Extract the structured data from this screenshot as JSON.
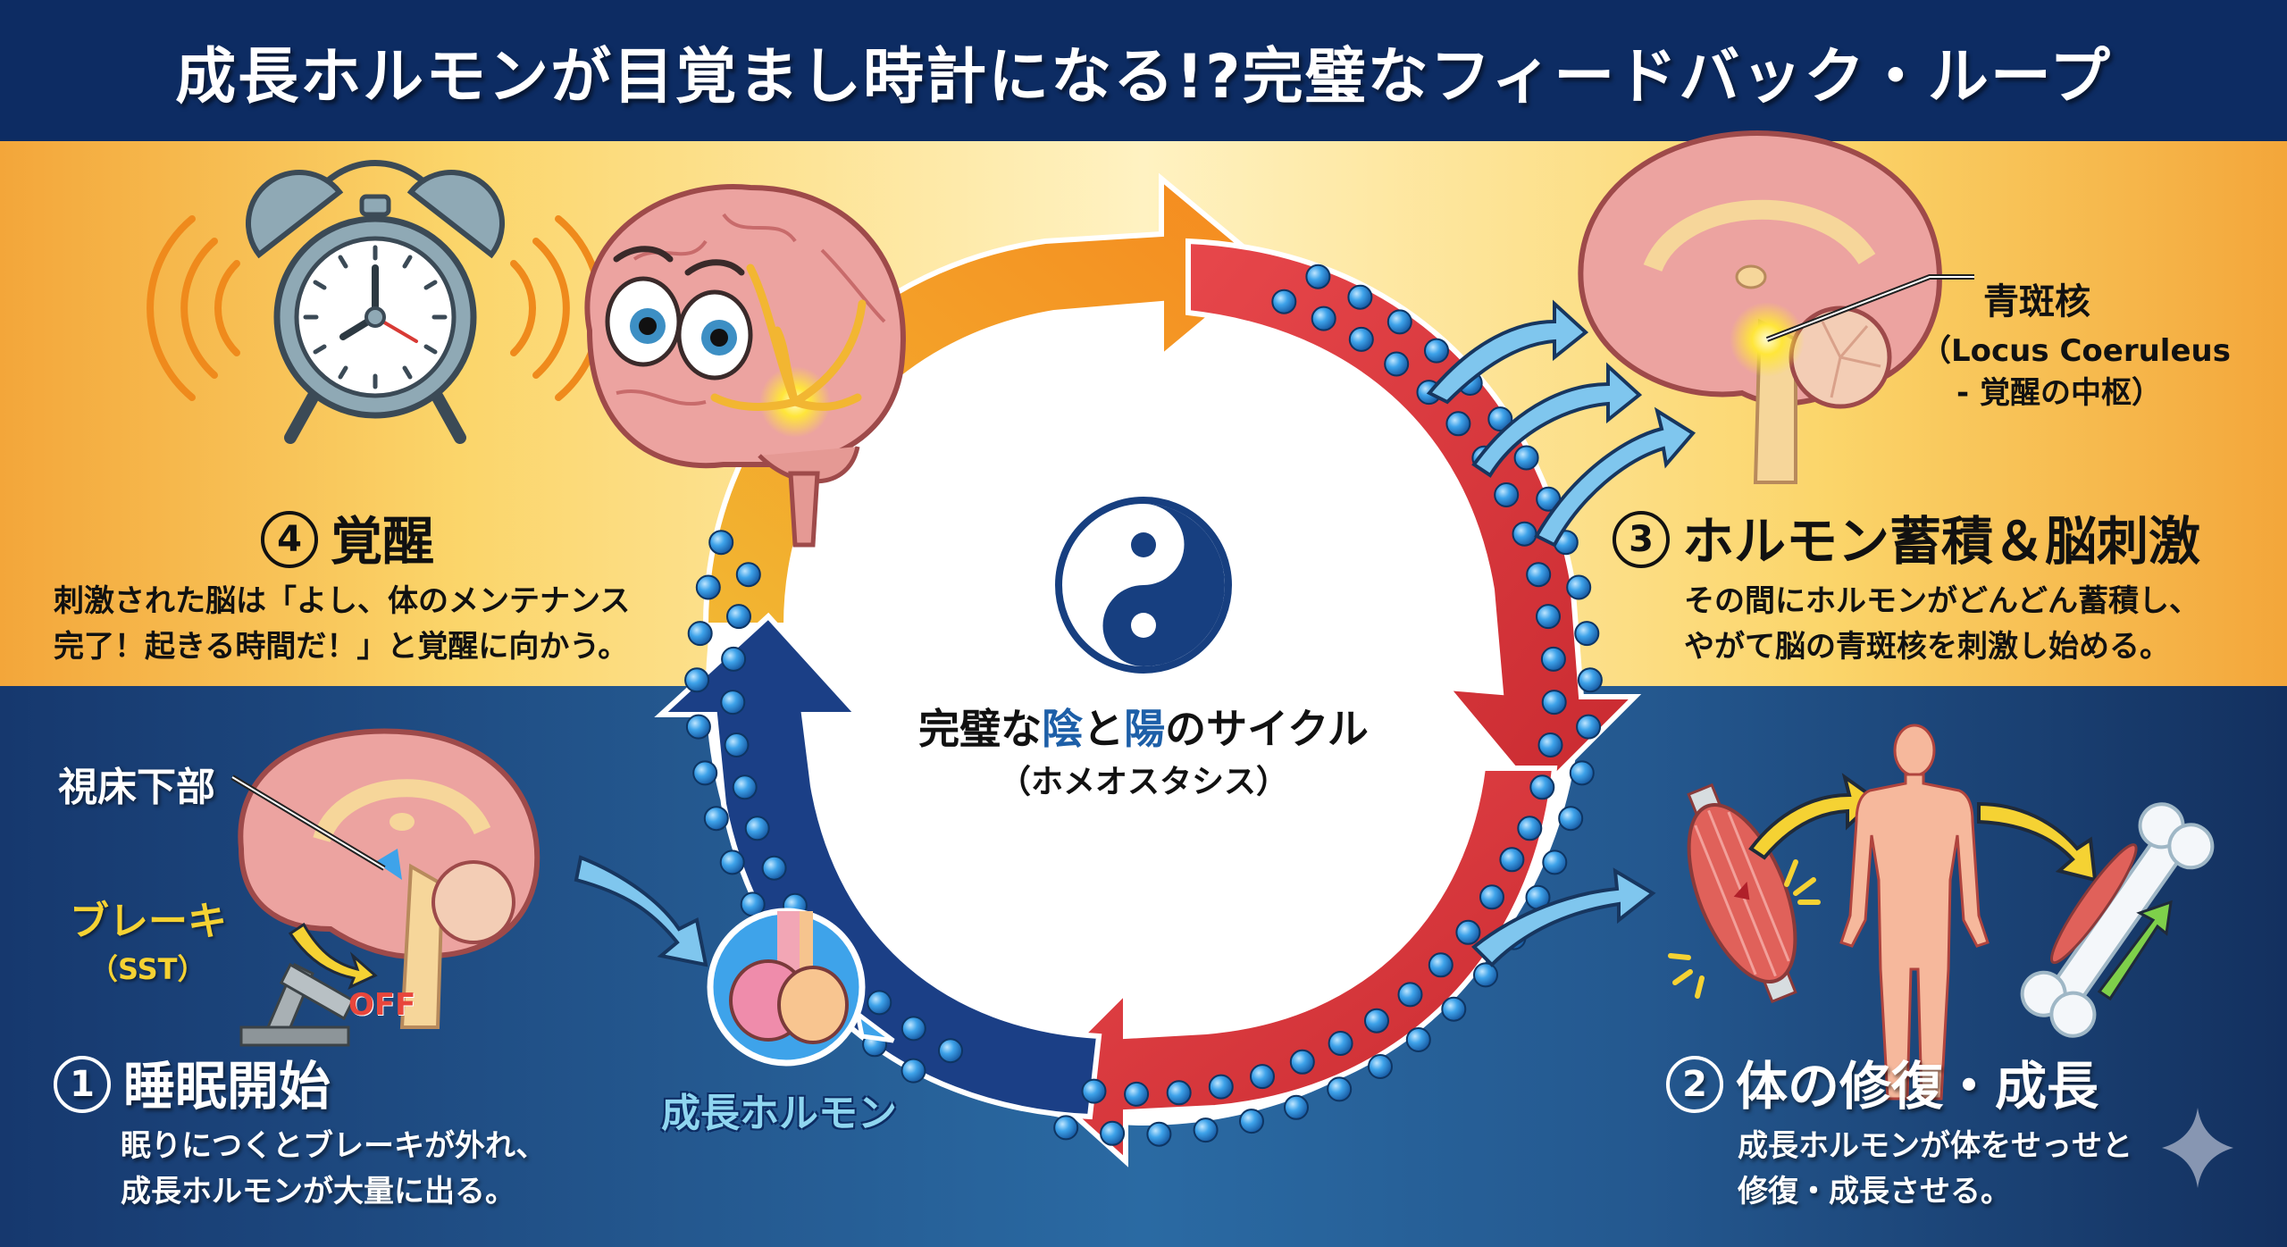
{
  "title": "成長ホルモンが目覚まし時計になる!?完璧なフィードバック・ループ",
  "center": {
    "title_pre": "完璧な",
    "title_yin": "陰",
    "title_mid": "と",
    "title_yang": "陽",
    "title_post": "のサイクル",
    "subtitle": "（ホメオスタシス）",
    "icon": "yin-yang-icon"
  },
  "steps": [
    {
      "number": "1",
      "title": "睡眠開始",
      "desc_lines": [
        "眠りにつくとブレーキが外れ、",
        "成長ホルモンが大量に出る。"
      ]
    },
    {
      "number": "2",
      "title": "体の修復・成長",
      "desc_lines": [
        "成長ホルモンが体をせっせと",
        "修復・成長させる。"
      ]
    },
    {
      "number": "3",
      "title": "ホルモン蓄積＆脳刺激",
      "desc_lines": [
        "その間にホルモンがどんどん蓄積し、",
        "やがて脳の青斑核を刺激し始める。"
      ]
    },
    {
      "number": "4",
      "title": "覚醒",
      "desc_lines": [
        "刺激された脳は「よし、体のメンテナンス",
        "完了！起きる時間だ！」と覚醒に向かう。"
      ]
    }
  ],
  "labels": {
    "hypothalamus": "視床下部",
    "brake": "ブレーキ",
    "brake_sub": "（SST）",
    "off": "OFF",
    "growth_hormone": "成長ホルモン",
    "locus_name": "青斑核",
    "locus_latin": "（Locus Coeruleus",
    "locus_desc": "- 覚醒の中枢）"
  },
  "clock_time": "8:00",
  "colors": {
    "title_bg": "#0d2c63",
    "arrow_red": "#d9343a",
    "arrow_orange": "#f5a623",
    "arrow_navy": "#1b3f86",
    "bead_blue": "#2f93de",
    "accent_blue": "#1d5fa8"
  }
}
